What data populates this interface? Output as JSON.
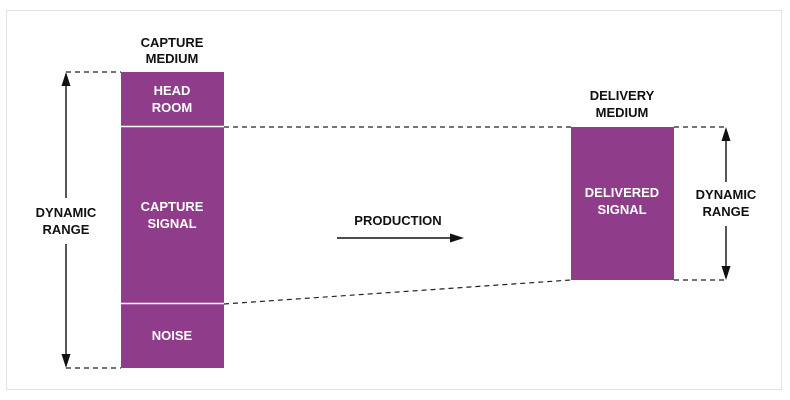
{
  "colors": {
    "block_fill": "#8f3d8b",
    "block_text": "#ffffff",
    "divider": "#ffffff",
    "line": "#222222",
    "text": "#111111"
  },
  "capture": {
    "title_line1": "CAPTURE",
    "title_line2": "MEDIUM",
    "headroom_line1": "HEAD",
    "headroom_line2": "ROOM",
    "signal_line1": "CAPTURE",
    "signal_line2": "SIGNAL",
    "noise": "NOISE"
  },
  "left_range": {
    "line1": "DYNAMIC",
    "line2": "RANGE"
  },
  "production": {
    "label": "PRODUCTION"
  },
  "delivery": {
    "title_line1": "DELIVERY",
    "title_line2": "MEDIUM",
    "signal_line1": "DELIVERED",
    "signal_line2": "SIGNAL"
  },
  "right_range": {
    "line1": "DYNAMIC",
    "line2": "RANGE"
  }
}
